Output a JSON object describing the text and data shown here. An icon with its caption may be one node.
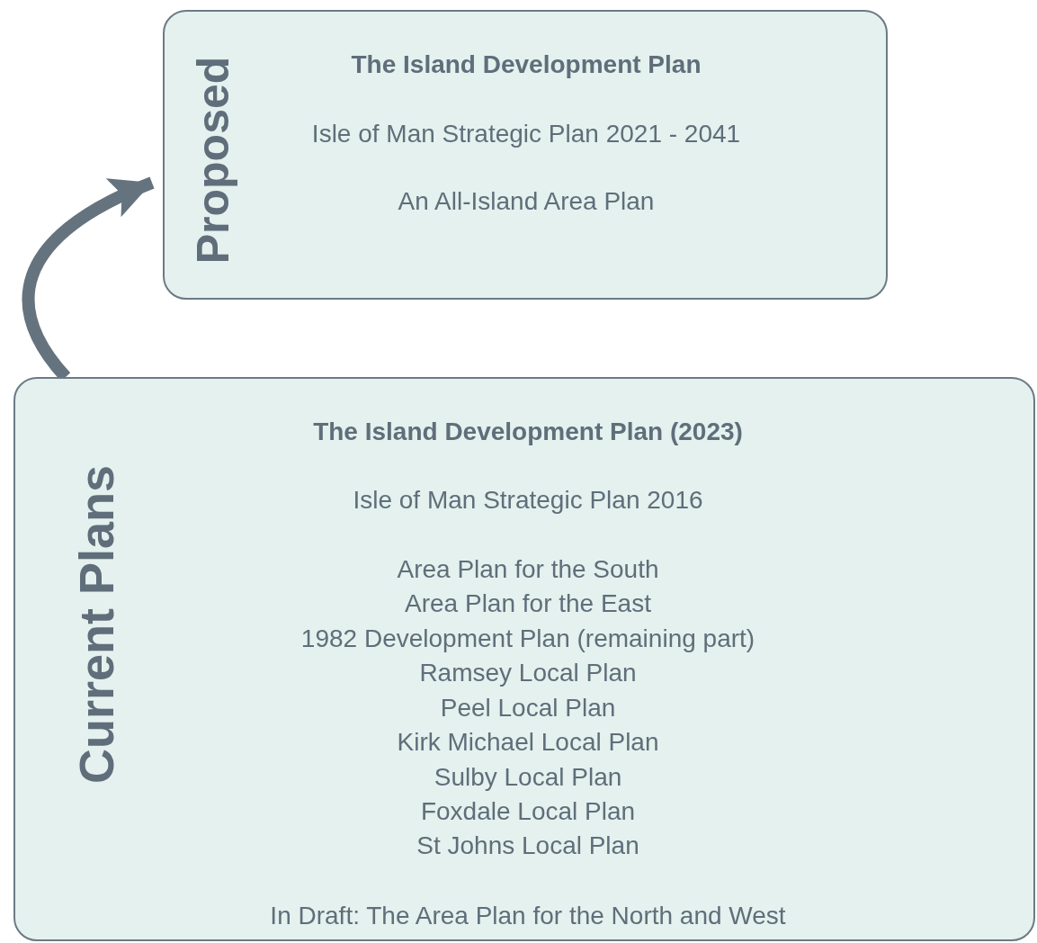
{
  "diagram": {
    "nodes": [
      {
        "text": [
          "Proposed",
          "The Island Development Plan",
          "Isle of Man Strategic Plan 2021 - 2041",
          "An All-Island Area Plan"
        ]
      },
      {
        "text": [
          "Current Plans",
          "The Island Development Plan (2023)",
          "Isle of Man Strategic Plan 2016",
          "Area Plan for the South",
          "Area Plan for the East",
          "1982 Development Plan (remaining part)",
          "Ramsey Local Plan",
          "Peel Local Plan",
          "Kirk Michael Local Plan",
          "Sulby Local Plan",
          "Foxdale Local Plan",
          "St Johns Local Plan",
          "In Draft: The Area Plan for the North and West"
        ]
      }
    ],
    "edges": [
      {
        "from": 1,
        "to": 0,
        "arrow": "to"
      }
    ]
  }
}
